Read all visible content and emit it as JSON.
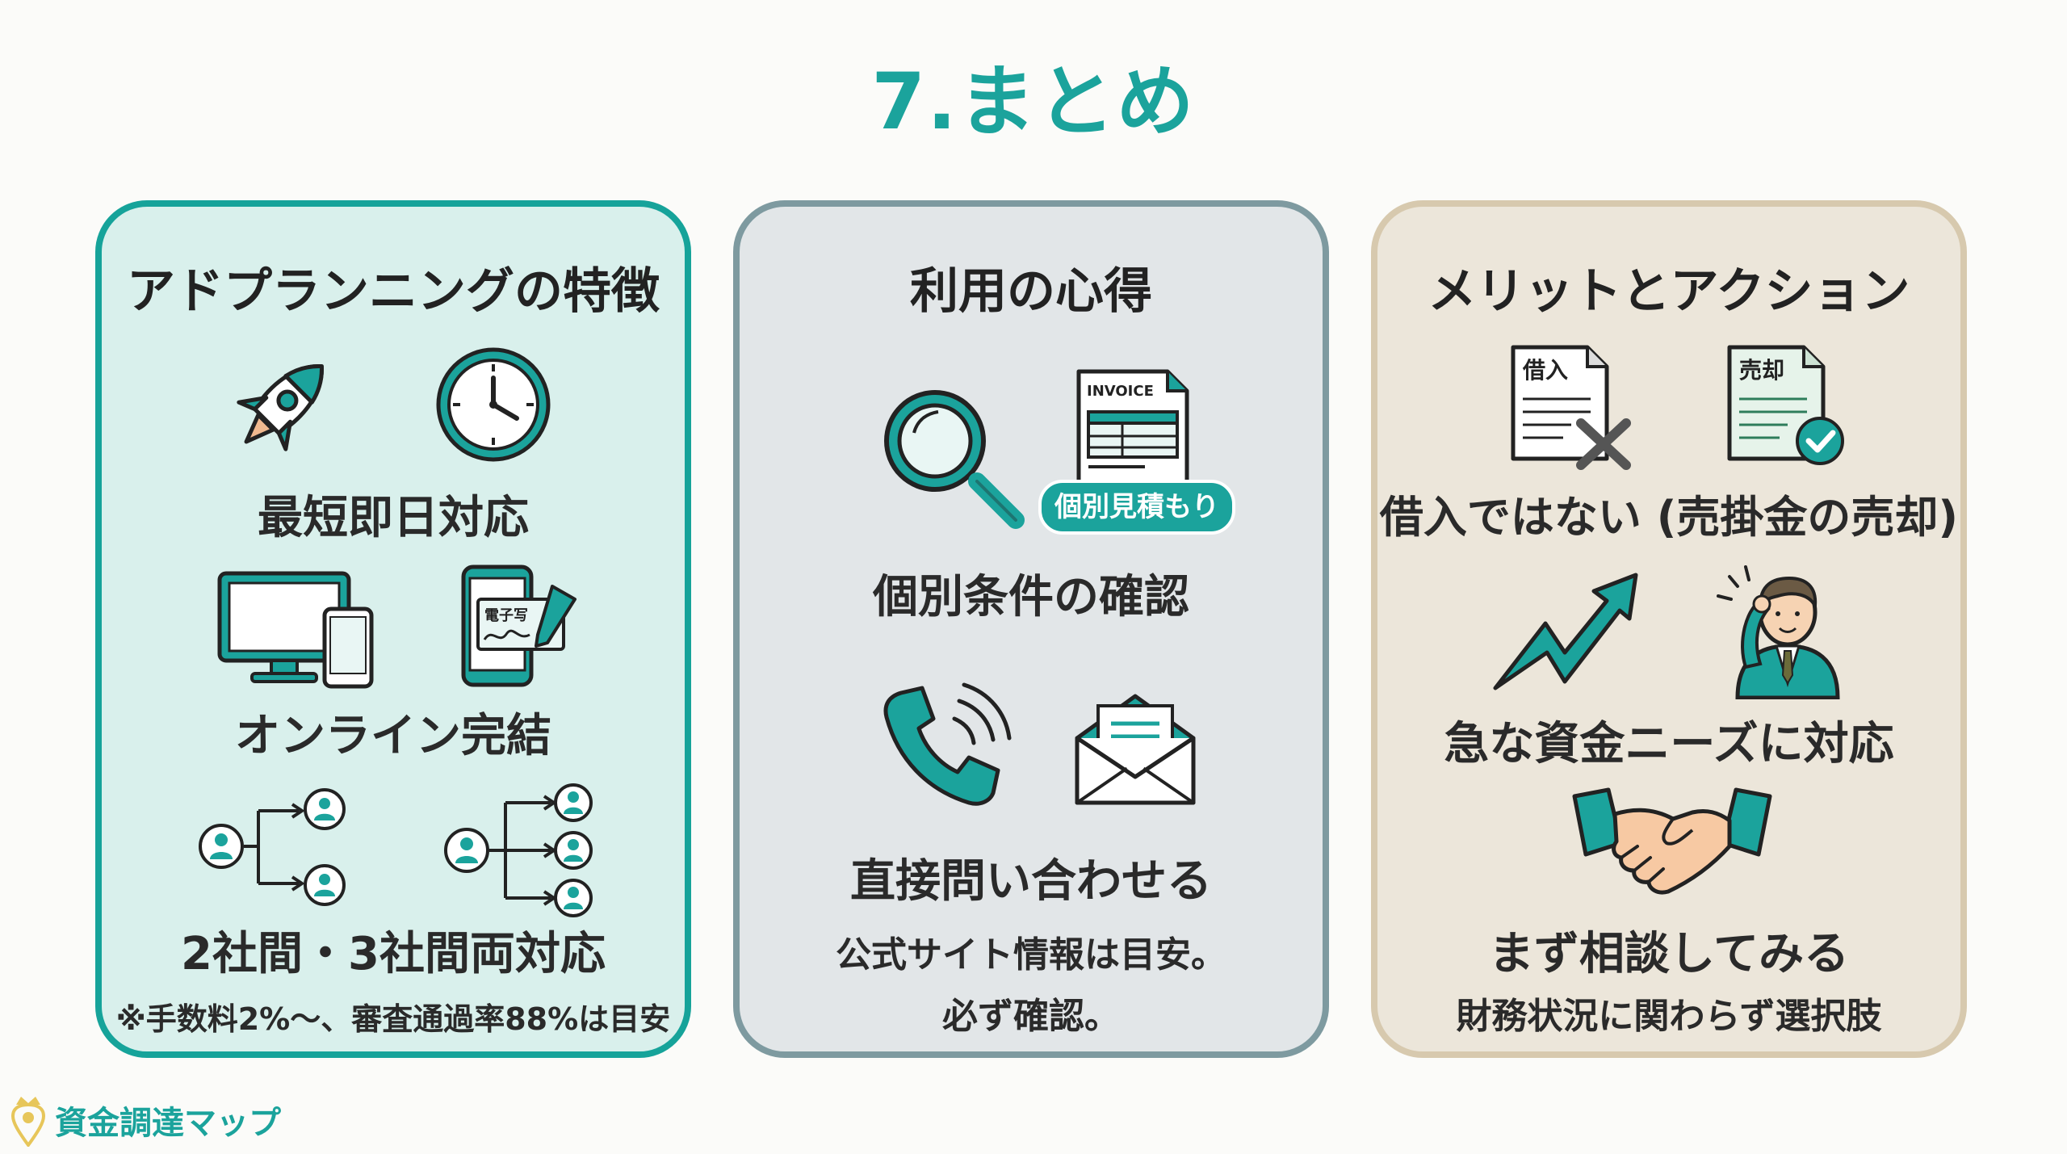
{
  "title": "7.まとめ",
  "panels": [
    {
      "heading": "アドプランニングの特徴",
      "items": [
        {
          "label": "最短即日対応"
        },
        {
          "label": "オンライン完結",
          "screen_text": "電子写"
        },
        {
          "label": "2社間・3社間両対応"
        }
      ],
      "note": "※手数料2%〜、審査通過率88%は目安"
    },
    {
      "heading": "利用の心得",
      "invoice_text": "INVOICE",
      "badge": "個別見積もり",
      "items": [
        {
          "label": "個別条件の確認"
        },
        {
          "label": "直接問い合わせる"
        }
      ],
      "note_lines": [
        "公式サイト情報は目安。",
        "必ず確認。"
      ]
    },
    {
      "heading": "メリットとアクション",
      "doc1_text": "借入",
      "doc2_text": "売却",
      "items": [
        {
          "label": "借入ではない (売掛金の売却)"
        },
        {
          "label": "急な資金ニーズに対応"
        },
        {
          "label": "まず相談してみる"
        }
      ],
      "note": "財務状況に関わらず選択肢"
    }
  ],
  "logo_text": "資金調達マップ",
  "colors": {
    "teal": "#1ba39c",
    "dark": "#2b2b2b",
    "beige_border": "#d7c9ae",
    "gray_border": "#7e9aa0"
  }
}
